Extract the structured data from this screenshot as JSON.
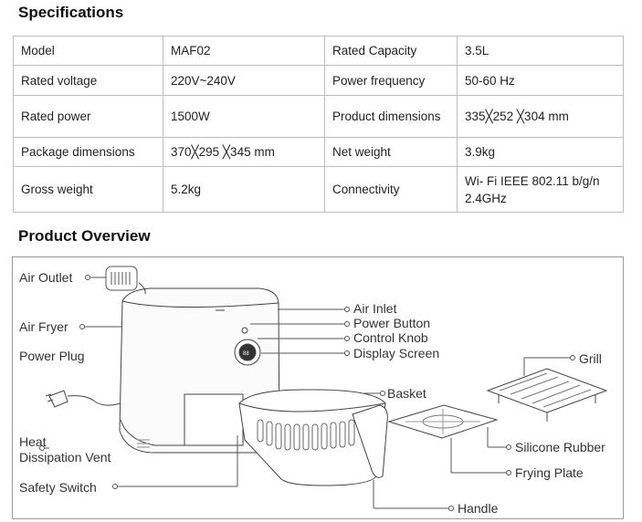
{
  "specifications": {
    "title": "Specifications",
    "rows": [
      {
        "label1": "Model",
        "value1": "MAF02",
        "label2": "Rated Capacity",
        "value2": "3.5L"
      },
      {
        "label1": "Rated voltage",
        "value1": "220V~240V",
        "label2": "Power frequency",
        "value2": "50-60 Hz"
      },
      {
        "label1": "Rated power",
        "value1": "1500W",
        "label2": "Product dimensions",
        "value2": "335╳252 ╳304 mm"
      },
      {
        "label1": "Package dimensions",
        "value1": "370╳295 ╳345 mm",
        "label2": "Net weight",
        "value2": "3.9kg"
      },
      {
        "label1": "Gross weight",
        "value1": "5.2kg",
        "label2": "Connectivity",
        "value2": "Wi- Fi  IEEE 802.11 b/g/n 2.4GHz"
      }
    ]
  },
  "overview": {
    "title": "Product Overview",
    "labels": {
      "air_outlet": "Air Outlet",
      "air_fryer": "Air Fryer",
      "power_plug": "Power Plug",
      "heat": "Heat",
      "dissipation_vent": "Dissipation Vent",
      "safety_switch": "Safety Switch",
      "air_inlet": "Air Inlet",
      "power_button": "Power Button",
      "control_knob": "Control Knob",
      "display_screen": "Display Screen",
      "basket": "Basket",
      "grill": "Grill",
      "silicone_rubber": "Silicone Rubber",
      "frying_plate": "Frying Plate",
      "handle": "Handle"
    }
  }
}
